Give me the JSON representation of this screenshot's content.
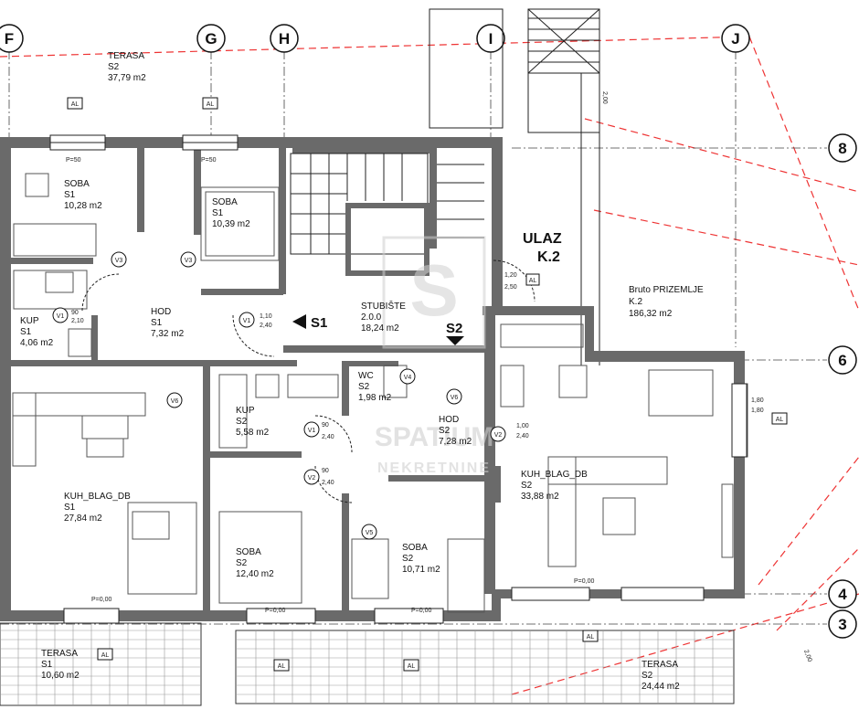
{
  "grid": {
    "cols": [
      "F",
      "G",
      "H",
      "I",
      "J"
    ],
    "rows": [
      "8",
      "6",
      "4",
      "3"
    ]
  },
  "rooms": {
    "terasa_s2_top": {
      "name": "TERASA",
      "code": "S2",
      "area": "37,79 m2"
    },
    "soba_s1": {
      "name": "SOBA",
      "code": "S1",
      "area": "10,28 m2"
    },
    "soba_s1b": {
      "name": "SOBA",
      "code": "S1",
      "area": "10,39 m2"
    },
    "hod_s1": {
      "name": "HOD",
      "code": "S1",
      "area": "7,32 m2"
    },
    "kup_s1": {
      "name": "KUP",
      "code": "S1",
      "area": "4,06 m2"
    },
    "stubiste": {
      "name": "STUBIŠTE",
      "code": "2.0.0",
      "area": "18,24 m2"
    },
    "ulaz": {
      "name": "ULAZ",
      "code": "K.2"
    },
    "bruto": {
      "name": "Bruto PRIZEMLJE",
      "code": "K.2",
      "area": "186,32 m2"
    },
    "kuh_s1": {
      "name": "KUH_BLAG_DB",
      "code": "S1",
      "area": "27,84 m2"
    },
    "kup_s2": {
      "name": "KUP",
      "code": "S2",
      "area": "5,58 m2"
    },
    "wc_s2": {
      "name": "WC",
      "code": "S2",
      "area": "1,98 m2"
    },
    "hod_s2": {
      "name": "HOD",
      "code": "S2",
      "area": "7,28 m2"
    },
    "kuh_s2": {
      "name": "KUH_BLAG_DB",
      "code": "S2",
      "area": "33,88 m2"
    },
    "soba_s2a": {
      "name": "SOBA",
      "code": "S2",
      "area": "12,40 m2"
    },
    "soba_s2b": {
      "name": "SOBA",
      "code": "S2",
      "area": "10,71 m2"
    },
    "terasa_s1": {
      "name": "TERASA",
      "code": "S1",
      "area": "10,60 m2"
    },
    "terasa_s2_bottom": {
      "name": "TERASA",
      "code": "S2",
      "area": "24,44 m2"
    }
  },
  "markers": {
    "s1": "S1",
    "s2": "S2",
    "al": "AL"
  },
  "notes": {
    "p50": "P=50",
    "p000": "P=0,00",
    "dim_200": "2,00",
    "dim_120": "1,20",
    "dim_250": "2,50",
    "dim_110": "1,10",
    "dim_240": "2,40",
    "dim_210": "2,10",
    "dim_180": "1,80",
    "dim_90": "90",
    "dim_100": "1,00"
  },
  "doors": {
    "v1": "V1",
    "v2": "V2",
    "v3": "V3",
    "v4": "V4",
    "v5": "V5",
    "v6": "V6"
  },
  "watermark": {
    "brand": "SPATIUM",
    "sub": "NEKRETNINE"
  },
  "colors": {
    "wall": "#6a6a6a",
    "red_dash": "#ee3333",
    "watermark": "#d0d0d0"
  }
}
